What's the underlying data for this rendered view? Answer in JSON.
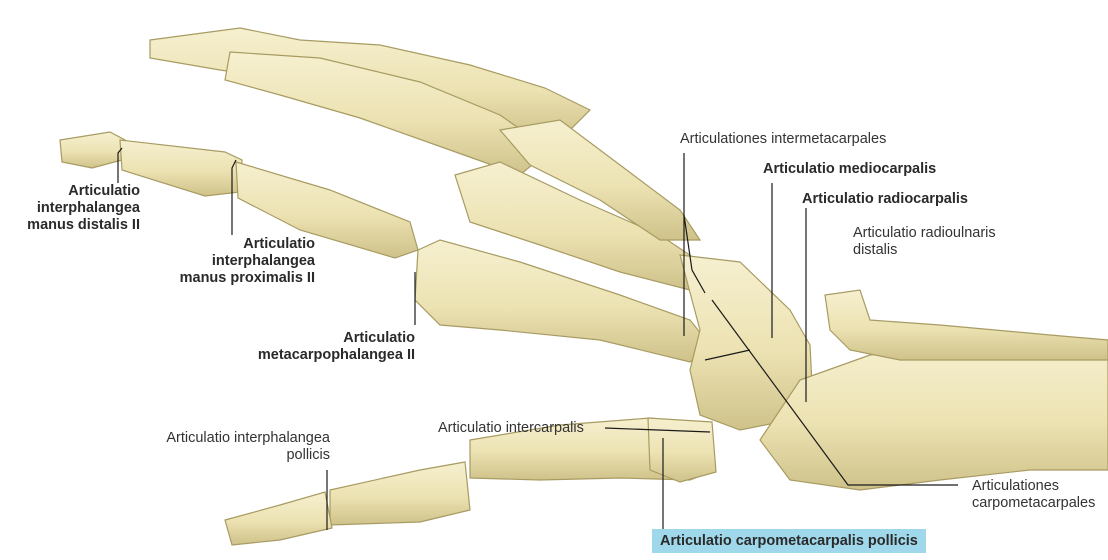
{
  "colors": {
    "bone": "#efe7bd",
    "bone_shadow": "#c9bd86",
    "bone_edge": "#a89b62",
    "leader": "#1a1a1a",
    "highlight": "#9fd8ea"
  },
  "labels": {
    "intermetacarpales": "Articulationes intermetacarpales",
    "mediocarpalis": "Articulatio mediocarpalis",
    "radiocarpalis": "Articulatio radiocarpalis",
    "radioulnaris_1": "Articulatio radioulnaris",
    "radioulnaris_2": "distalis",
    "ip_distalis_1": "Articulatio",
    "ip_distalis_2": "interphalangea",
    "ip_distalis_3": "manus distalis II",
    "ip_proximalis_1": "Articulatio",
    "ip_proximalis_2": "interphalangea",
    "ip_proximalis_3": "manus proximalis II",
    "mcp_1": "Articulatio",
    "mcp_2": "metacarpophalangea II",
    "intercarpalis": "Articulatio intercarpalis",
    "ip_pollicis_1": "Articulatio interphalangea",
    "ip_pollicis_2": "pollicis",
    "carpometacarpales_1": "Articulationes",
    "carpometacarpales_2": "carpometacarpales",
    "cmc_pollicis": "Articulatio carpometacarpalis pollicis"
  }
}
